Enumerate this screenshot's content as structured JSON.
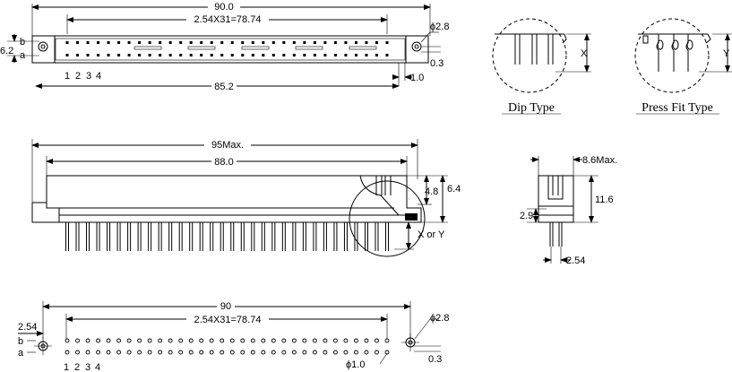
{
  "top_view": {
    "overall": "90.0",
    "pitch": "2.54X31=78.74",
    "height": "6.2",
    "row_b": "b",
    "row_a": "a",
    "hole": "ϕ2.8",
    "offset": "0.3",
    "inner": "85.2",
    "edge": "1.0",
    "pin_numbers": [
      "1",
      "2",
      "3",
      "4"
    ]
  },
  "types": {
    "dip_label": "Dip Type",
    "press_label": "Press Fit Type",
    "dip_dim": "X",
    "press_dim": "Y"
  },
  "side_view": {
    "overall": "95Max.",
    "inner": "88.0",
    "h1": "4.8",
    "h2": "6.4",
    "lead": "X or Y"
  },
  "end_view": {
    "width": "8.6Max.",
    "height": "11.6",
    "row_pitch": "2.9",
    "pin_pitch": "2.54"
  },
  "footprint": {
    "overall": "90",
    "pitch": "2.54X31=78.74",
    "edge": "2.54",
    "hole": "ϕ2.8",
    "drill": "ϕ1.0",
    "offset": "0.3",
    "row_b": "b",
    "row_a": "a",
    "pin_numbers": [
      "1",
      "2",
      "3",
      "4"
    ]
  }
}
